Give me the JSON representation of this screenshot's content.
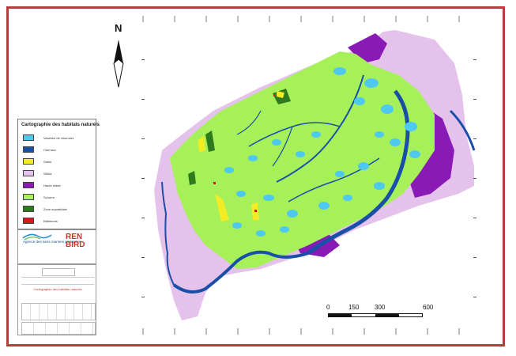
{
  "legend": {
    "title": "Cartographie des habitats naturels",
    "items": [
      {
        "label": "Vasières de chlorures",
        "color": "#4fc8ef"
      },
      {
        "label": "Chenaux",
        "color": "#1a4fa8"
      },
      {
        "label": "Sable",
        "color": "#f2ec24"
      },
      {
        "label": "Slikke",
        "color": "#e4c2ec"
      },
      {
        "label": "Haute slikke",
        "color": "#8a1ab5"
      },
      {
        "label": "Schorre",
        "color": "#a6f05a"
      },
      {
        "label": "Zone supratidale",
        "color": "#2f7a1c"
      },
      {
        "label": "Bâtiments",
        "color": "#d31919"
      }
    ]
  },
  "logo": {
    "agency": "Agence des aires marines protégées",
    "partner": "REN BIRD"
  },
  "map_title": "Cartographie des habitats naturels",
  "north_label": "N",
  "scale": {
    "labels": [
      "0",
      "150",
      "300",
      "600"
    ]
  }
}
